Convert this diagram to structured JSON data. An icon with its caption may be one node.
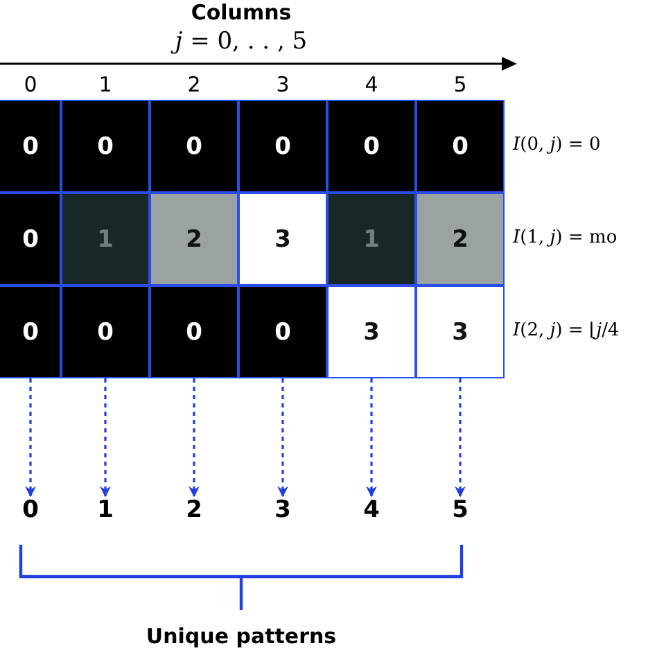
{
  "diagram": {
    "nodes": [
      {
        "text": [
          "0"
        ]
      },
      {
        "text": [
          "0"
        ]
      },
      {
        "text": [
          "0"
        ]
      },
      {
        "text": [
          "0"
        ]
      },
      {
        "text": [
          "0"
        ]
      },
      {
        "text": [
          "0"
        ]
      },
      {
        "text": [
          "0"
        ]
      },
      {
        "text": [
          "1"
        ]
      },
      {
        "text": [
          "2"
        ]
      },
      {
        "text": [
          "3"
        ]
      },
      {
        "text": [
          "1"
        ]
      },
      {
        "text": [
          "2"
        ]
      },
      {
        "text": [
          "0"
        ]
      },
      {
        "text": [
          "0"
        ]
      },
      {
        "text": [
          "0"
        ]
      },
      {
        "text": [
          "0"
        ]
      },
      {
        "text": [
          "3"
        ]
      },
      {
        "text": [
          "3"
        ]
      },
      {
        "text": [
          "0"
        ]
      },
      {
        "text": [
          "1"
        ]
      },
      {
        "text": [
          "2"
        ]
      },
      {
        "text": [
          "3"
        ]
      },
      {
        "text": [
          "4"
        ]
      },
      {
        "text": [
          "5"
        ]
      }
    ],
    "edges": [
      {
        "from": 12,
        "to": 18,
        "arrow": "to",
        "style": "dashed"
      },
      {
        "from": 13,
        "to": 19,
        "arrow": "to",
        "style": "dashed"
      },
      {
        "from": 14,
        "to": 20,
        "arrow": "to",
        "style": "dashed"
      },
      {
        "from": 15,
        "to": 21,
        "arrow": "to",
        "style": "dashed"
      },
      {
        "from": 16,
        "to": 22,
        "arrow": "to",
        "style": "dashed"
      },
      {
        "from": 17,
        "to": 23,
        "arrow": "to",
        "style": "dashed"
      }
    ],
    "labels": [
      "Columns",
      "*j* = 0, . . , 5",
      "0",
      "1",
      "2",
      "3",
      "4",
      "5",
      "*I*(0, *j*) = 0",
      "*I*(1, *j*) =  mo",
      "*I*(2, *j*) = ⌊*j*/4",
      "Unique patterns"
    ]
  }
}
